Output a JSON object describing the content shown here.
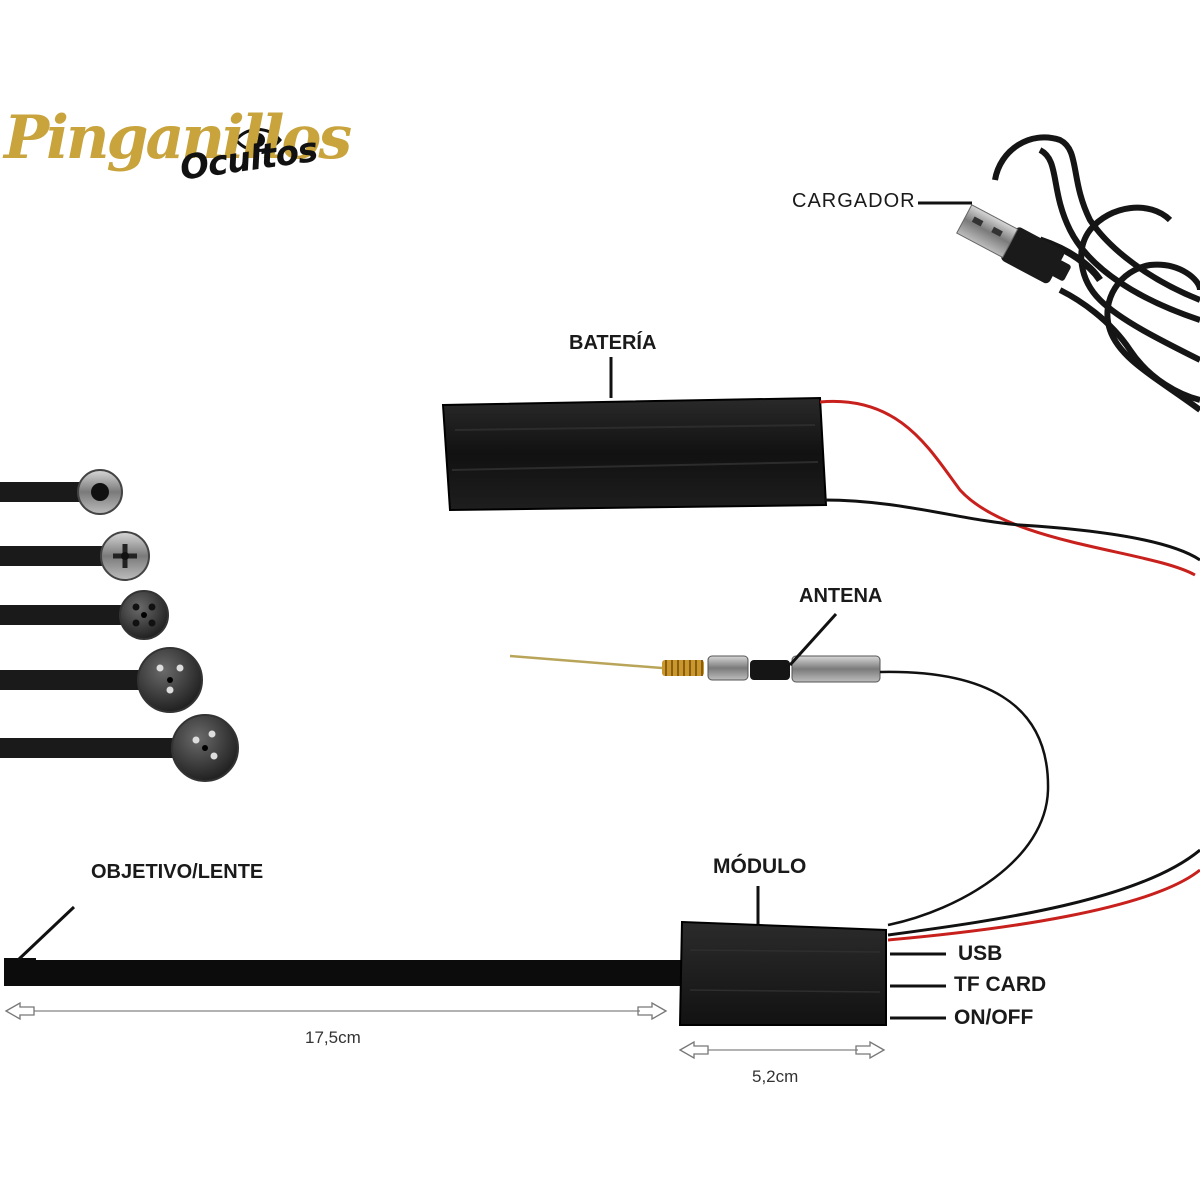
{
  "logo": {
    "main": "Pinganillos",
    "sub": "Ocultos",
    "colors": {
      "gold": "#c9a43c",
      "dark": "#111111"
    },
    "icon": "eye-icon"
  },
  "labels": {
    "cargador": "CARGADOR",
    "bateria": "BATERÍA",
    "antena": "ANTENA",
    "modulo": "MÓDULO",
    "objetivo": "OBJETIVO/LENTE",
    "usb": "USB",
    "tf_card": "TF CARD",
    "on_off": "ON/OFF"
  },
  "dimensions": {
    "cable_length": "17,5cm",
    "module_width": "5,2cm"
  },
  "colors": {
    "device": "#141414",
    "wire_red": "#c8201c",
    "wire_black": "#111111",
    "leader": "#111111",
    "dim_arrow": "#888888"
  }
}
